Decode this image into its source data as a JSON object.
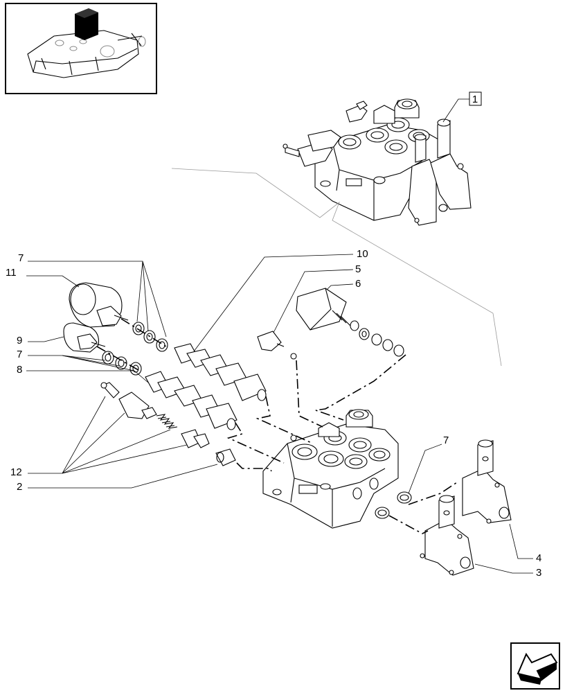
{
  "callouts": [
    {
      "id": "ref-1",
      "text": "1",
      "boxed": true
    },
    {
      "id": "c7a",
      "text": "7"
    },
    {
      "id": "c11",
      "text": "11"
    },
    {
      "id": "c10",
      "text": "10"
    },
    {
      "id": "c5",
      "text": "5"
    },
    {
      "id": "c6",
      "text": "6"
    },
    {
      "id": "c9",
      "text": "9"
    },
    {
      "id": "c7b",
      "text": "7"
    },
    {
      "id": "c8",
      "text": "8"
    },
    {
      "id": "c7c",
      "text": "7"
    },
    {
      "id": "c12",
      "text": "12"
    },
    {
      "id": "c2",
      "text": "2"
    },
    {
      "id": "c4",
      "text": "4"
    },
    {
      "id": "c3",
      "text": "3"
    }
  ],
  "icons": {
    "thumbnail": "tractor-rear-hitch-thumbnail",
    "navigation": "previous-page-arrow-icon"
  }
}
